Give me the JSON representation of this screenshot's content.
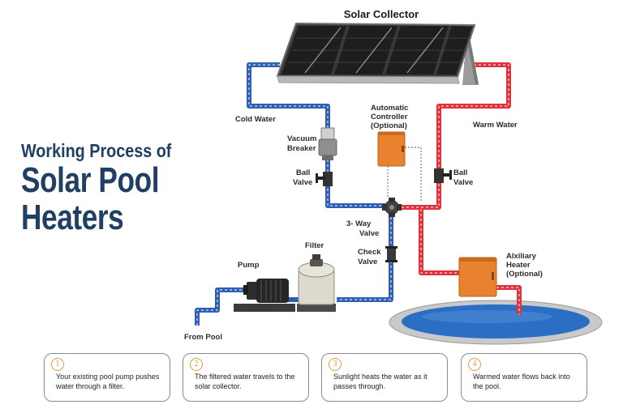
{
  "title": {
    "line1": "Working Process of",
    "line2": "Solar Pool",
    "line3": "Heaters"
  },
  "labels": {
    "solar_collector": "Solar Collector",
    "cold_water": "Cold Water",
    "warm_water": "Warm Water",
    "vacuum_breaker_1": "Vacuum",
    "vacuum_breaker_2": "Breaker",
    "ball_valve_left_1": "Ball",
    "ball_valve_left_2": "Valve",
    "ball_valve_right_1": "Ball",
    "ball_valve_right_2": "Valve",
    "controller_1": "Automatic",
    "controller_2": "Controller",
    "controller_3": "(Optional)",
    "three_way_1": "3- Way",
    "three_way_2": "Valve",
    "check_valve_1": "Check",
    "check_valve_2": "Valve",
    "filter": "Filter",
    "pump": "Pump",
    "from_pool": "From Pool",
    "aux_heater_1": "Alxiliary",
    "aux_heater_2": "Heater",
    "aux_heater_3": "(Optional)"
  },
  "colors": {
    "cold_pipe": "#2f5fb3",
    "warm_pipe": "#e0323a",
    "heading": "#1f3f63",
    "accent": "#e29a3d",
    "box_orange": "#e8822e",
    "pool_water": "#2b6fc4"
  },
  "steps": [
    {
      "num": "1",
      "text": "Your existing pool pump pushes water through a filter."
    },
    {
      "num": "2",
      "text": "The filtered water travels to the solar collector."
    },
    {
      "num": "3",
      "text": "Sunlight heats the water as it passes through."
    },
    {
      "num": "4",
      "text": "Warmed water flows back into the pool."
    }
  ]
}
